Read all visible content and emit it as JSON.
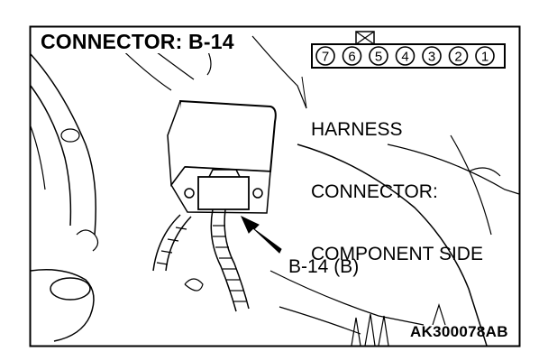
{
  "title": "CONNECTOR: B-14",
  "harness_label": [
    "HARNESS",
    "CONNECTOR:",
    "COMPONENT SIDE"
  ],
  "pins": [
    "7",
    "6",
    "5",
    "4",
    "3",
    "2",
    "1"
  ],
  "callout_label": "B-14 (B)",
  "figure_code": "AK300078AB"
}
